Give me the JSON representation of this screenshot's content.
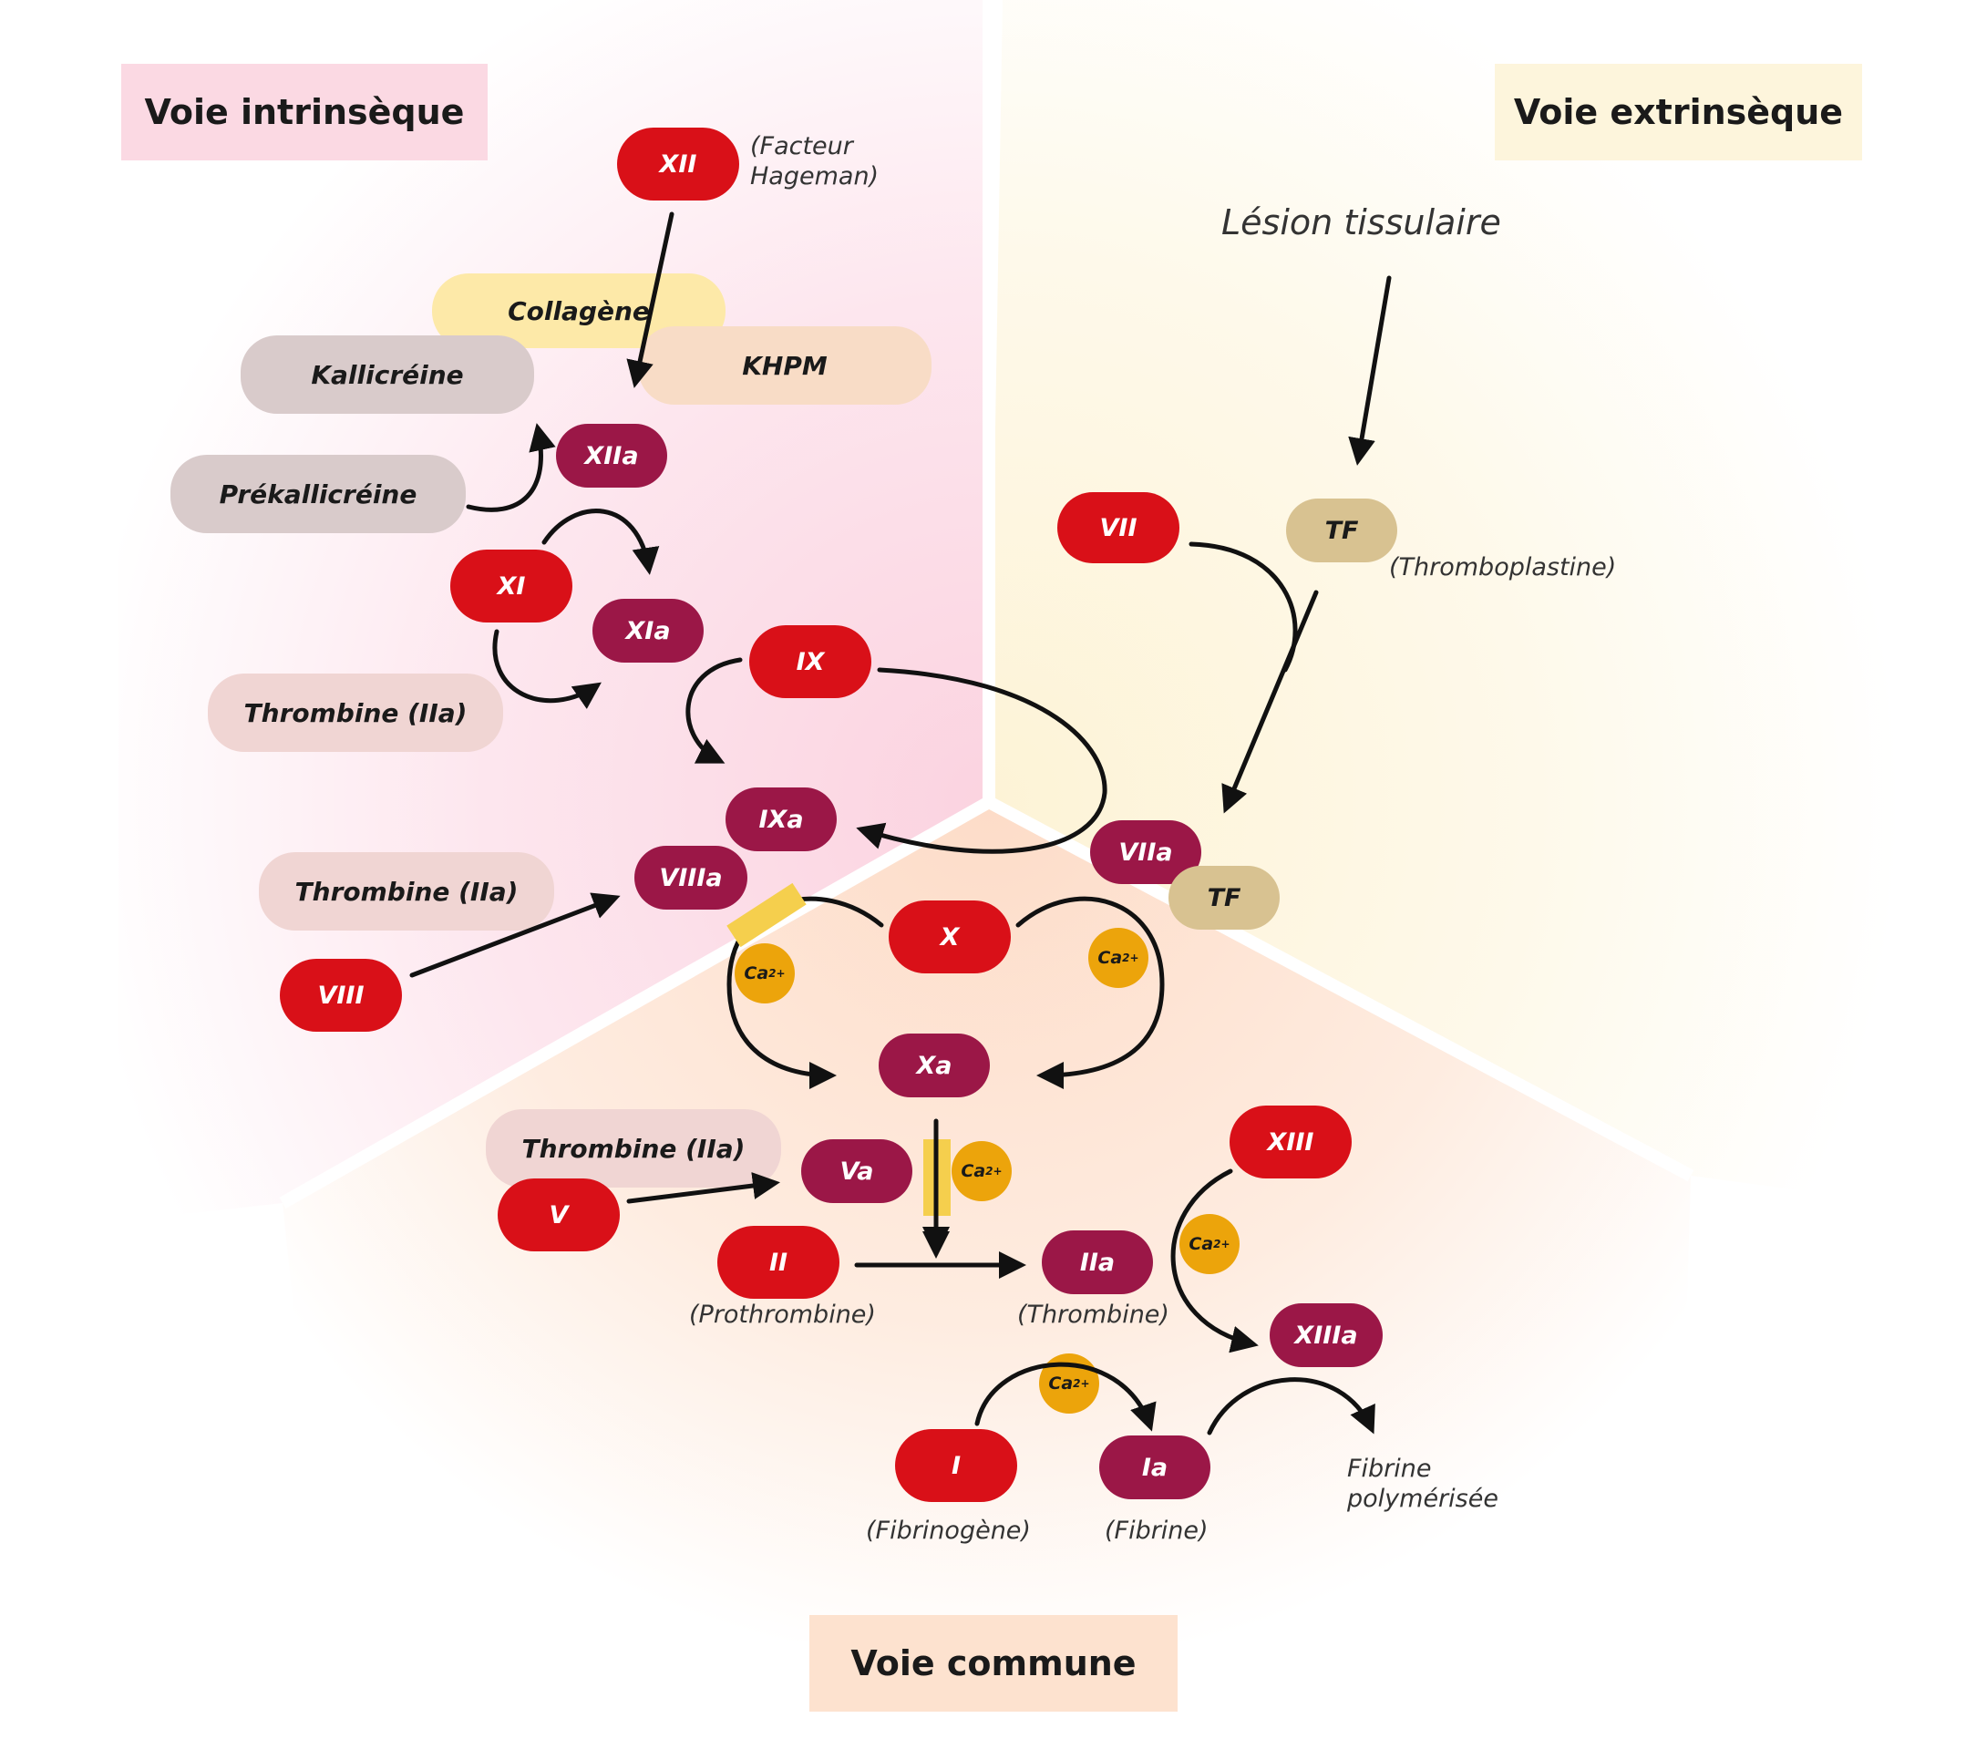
{
  "colors": {
    "activated_factor": "#9b1747",
    "inactive_factor": "#d91018",
    "calcium": "#eca40b",
    "intrinsic_bg": "#fbd9e3",
    "extrinsic_bg": "#fdf5dc",
    "common_bg": "#fde2cf"
  },
  "titles": {
    "intrinsic": "Voie intrinsèque",
    "extrinsic": "Voie extrinsèque",
    "common": "Voie commune"
  },
  "factors": {
    "xii": "XII",
    "xiia": "XIIa",
    "xi": "XI",
    "xia": "XIa",
    "ix": "IX",
    "ixa": "IXa",
    "viii": "VIII",
    "viiia": "VIIIa",
    "vii": "VII",
    "viia": "VIIa",
    "tf1": "TF",
    "tf2": "TF",
    "x": "X",
    "xa": "Xa",
    "v": "V",
    "va": "Va",
    "ii": "II",
    "iia": "IIa",
    "xiii": "XIII",
    "xiiia": "XIIIa",
    "i": "I",
    "ia": "Ia"
  },
  "cofactors": {
    "collagene": "Collagène",
    "khpm": "KHPM",
    "kallicreine": "Kallicréine",
    "prekallicreine": "Prékallicréine",
    "thrombine": "Thrombine (IIa)"
  },
  "calcium_label": {
    "base": "Ca",
    "charge": "2+"
  },
  "notes": {
    "xii_line1": "(Facteur",
    "xii_line2": "Hageman)",
    "lesion": "Lésion tissulaire",
    "thromboplastine": "(Thromboplastine)",
    "prothrombine": "(Prothrombine)",
    "thrombine": "(Thrombine)",
    "fibrinogene": "(Fibrinogène)",
    "fibrine": "(Fibrine)",
    "fibrine_poly_line1": "Fibrine",
    "fibrine_poly_line2": "polymérisée"
  }
}
